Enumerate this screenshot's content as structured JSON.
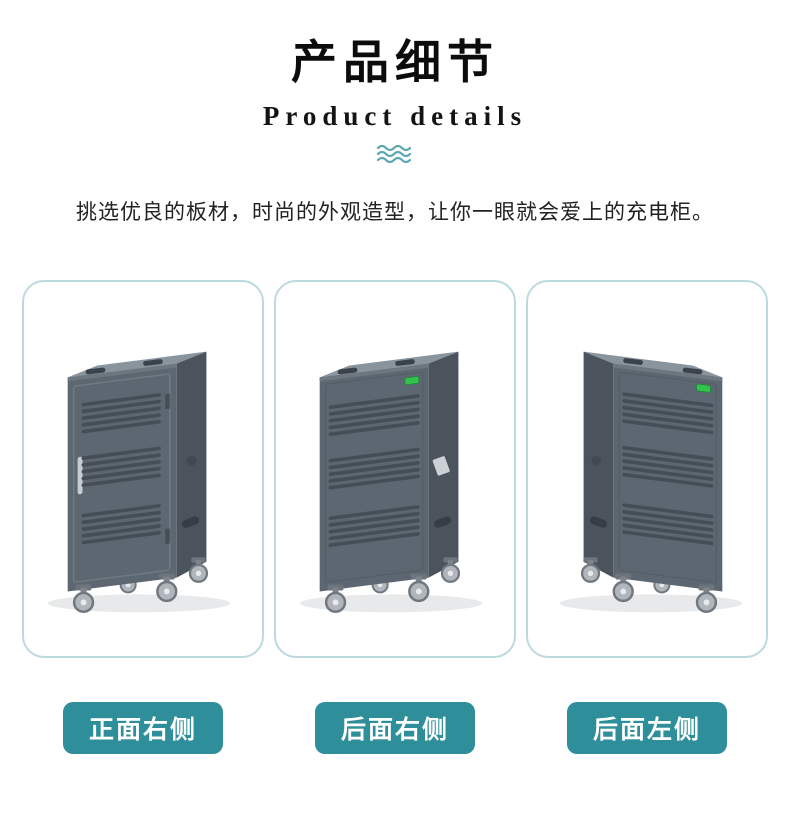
{
  "header": {
    "title": "产品细节",
    "subtitle": "Product details",
    "description": "挑选优良的板材，时尚的外观造型，让你一眼就会爱上的充电柜。"
  },
  "views": [
    {
      "label": "正面右侧",
      "image": "charging-cabinet-front-right"
    },
    {
      "label": "后面右侧",
      "image": "charging-cabinet-back-right"
    },
    {
      "label": "后面左侧",
      "image": "charging-cabinet-back-left"
    }
  ],
  "icons": {
    "waves": "triple-wave-icon"
  },
  "colors": {
    "accent_teal": "#2e8f9a",
    "card_border": "#bcdade",
    "cabinet_front": "#5d6771",
    "cabinet_side": "#4b545d",
    "cabinet_top": "#8a949d",
    "vent_slat": "#454e57",
    "indicator_green": "#33c24d",
    "wave_teal": "#5ba8b2"
  }
}
